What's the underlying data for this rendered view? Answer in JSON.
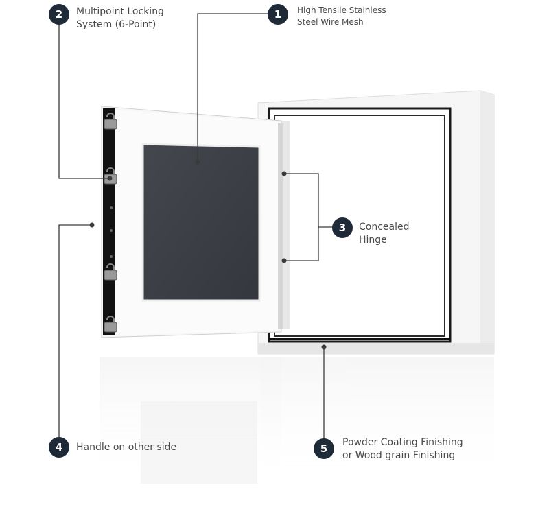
{
  "callouts": [
    {
      "number": "1",
      "lines": [
        "High Tensile Stainless",
        "Steel Wire Mesh"
      ]
    },
    {
      "number": "2",
      "lines": [
        "Multipoint Locking",
        "System (6-Point)"
      ]
    },
    {
      "number": "3",
      "lines": [
        "Concealed",
        "Hinge"
      ]
    },
    {
      "number": "4",
      "lines": [
        "Handle on other side"
      ]
    },
    {
      "number": "5",
      "lines": [
        "Powder Coating Finishing",
        "or Wood grain Finishing"
      ]
    }
  ],
  "colors": {
    "badge": "#1f2a38",
    "leader": "#3a3a3a",
    "mesh": "#3c3f46",
    "frame": "#f7f7f7",
    "frame_edge": "#1c1c1c",
    "text": "#4a4a4a"
  }
}
